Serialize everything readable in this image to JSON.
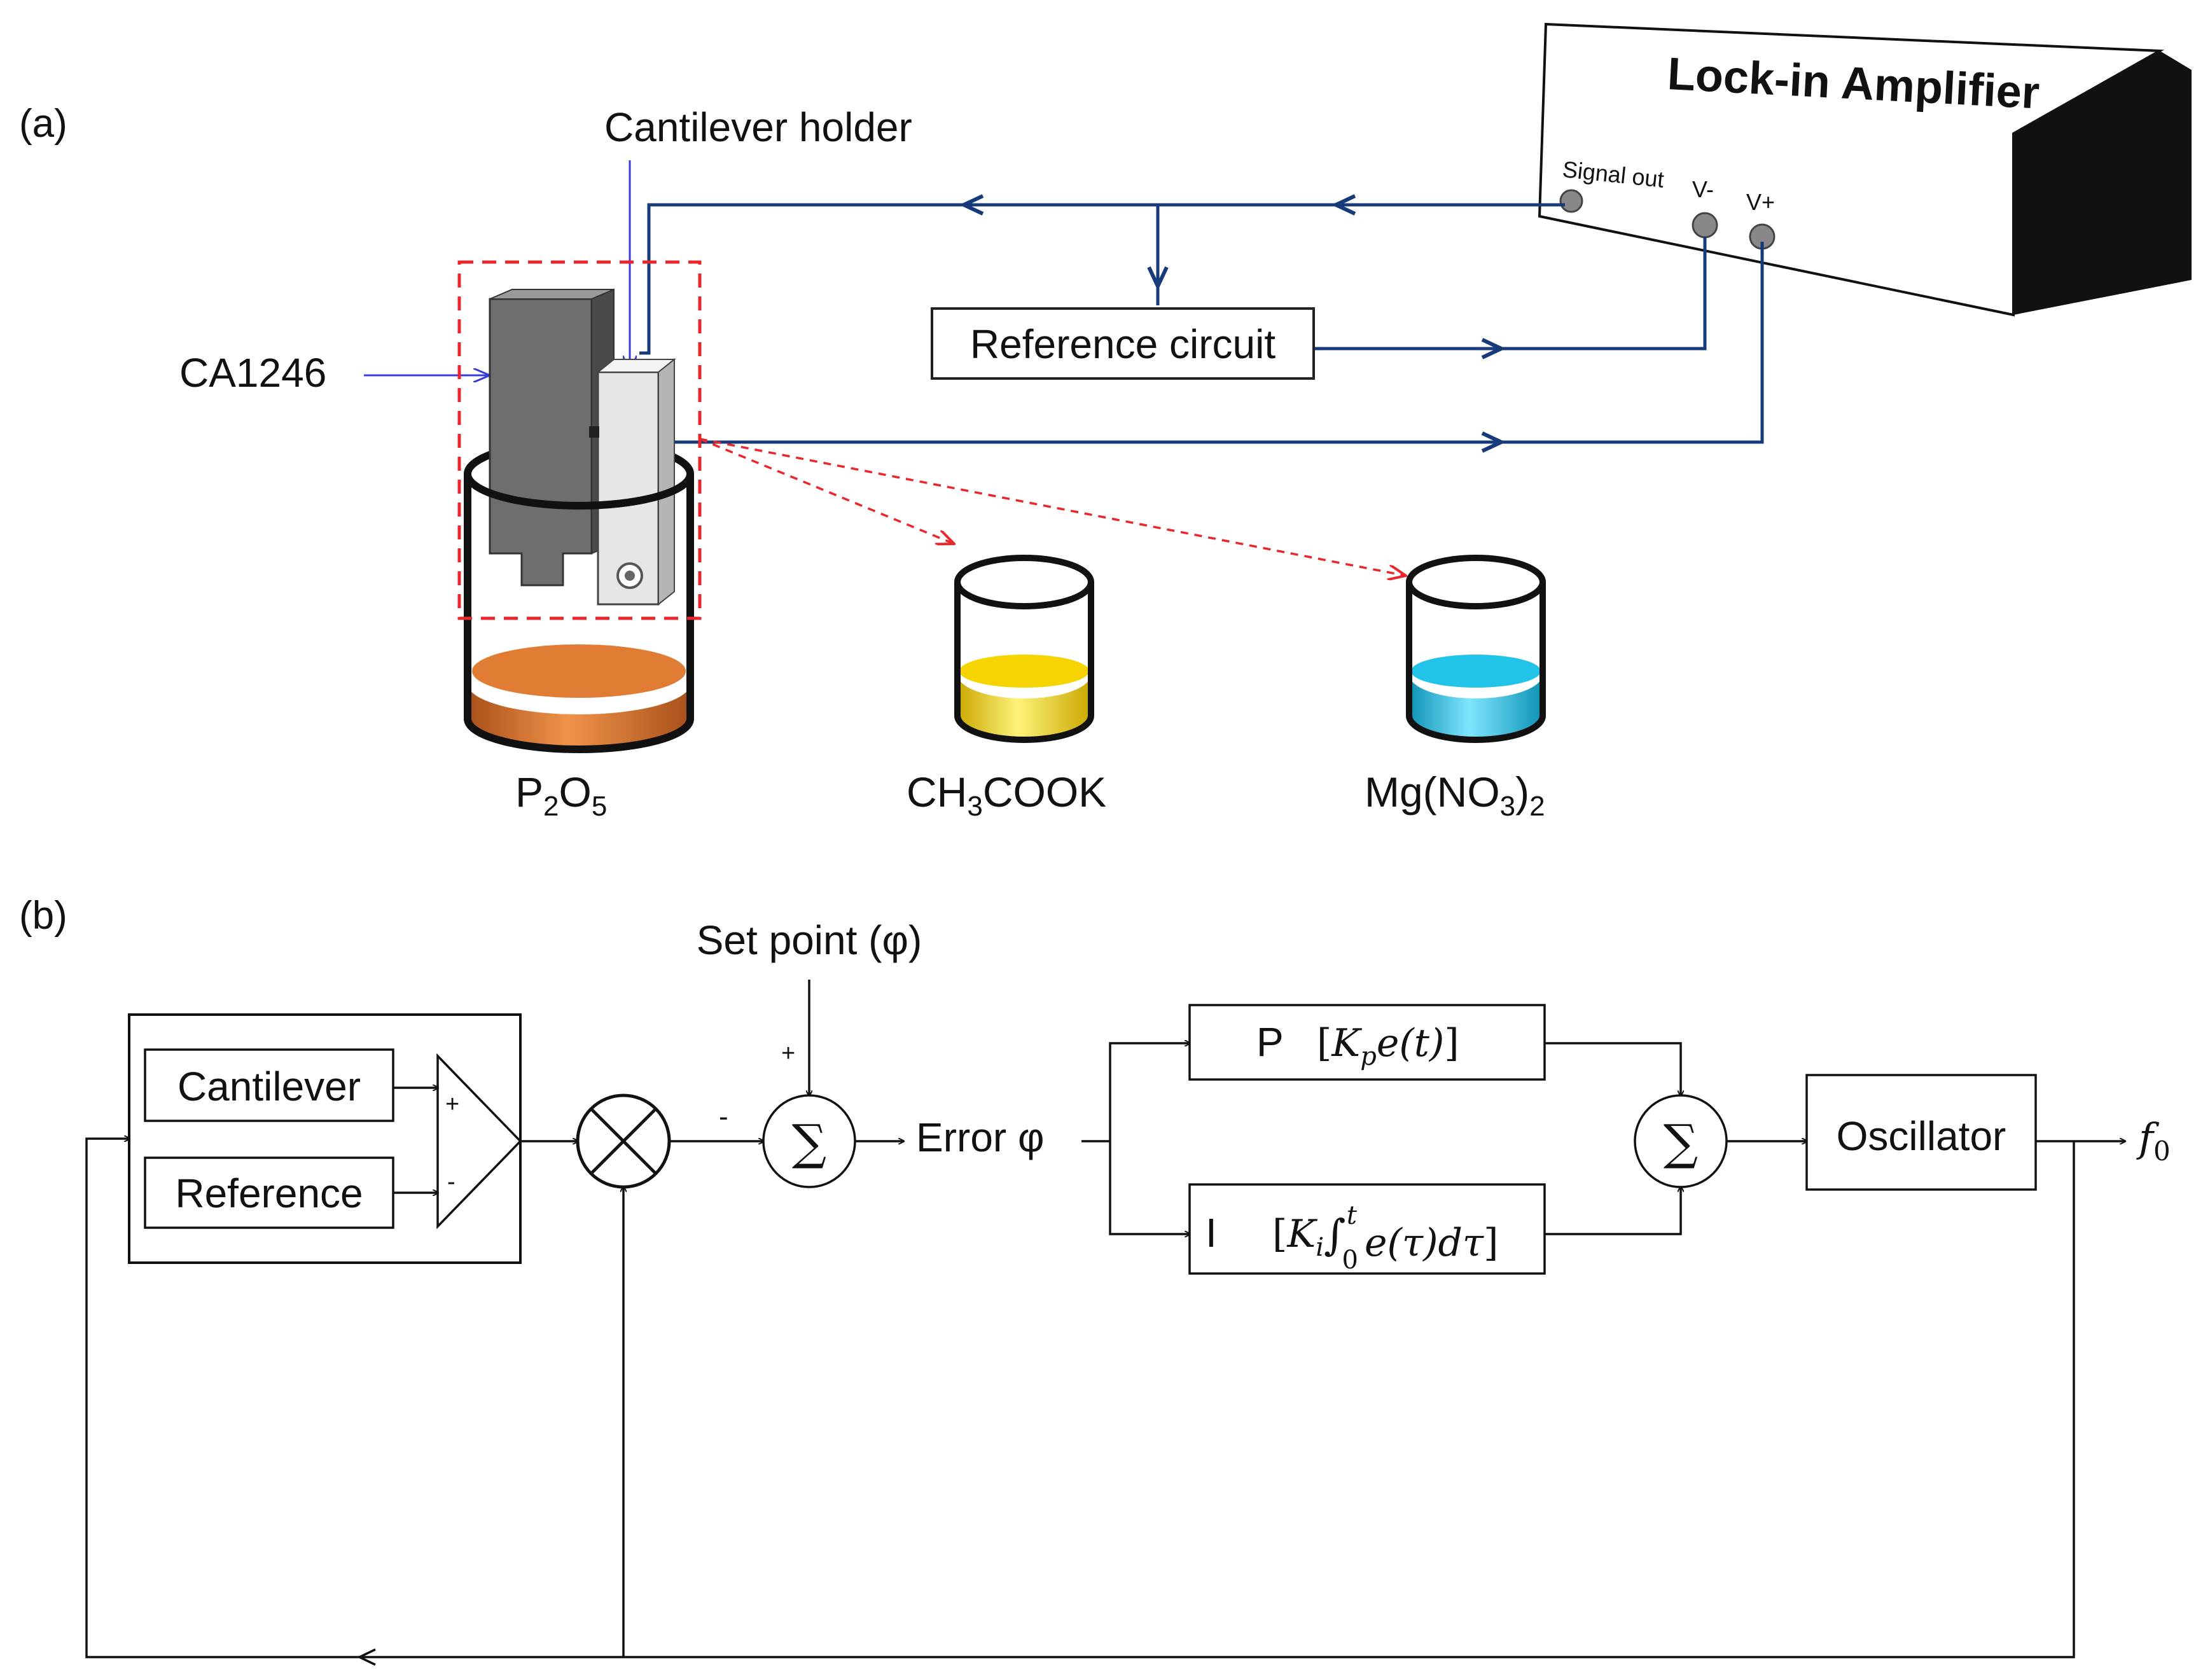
{
  "panel_a": {
    "tag": "(a)",
    "amplifier": {
      "title": "Lock-in Amplifier",
      "ports": {
        "signal_out": "Signal out",
        "v_minus": "V-",
        "v_plus": "V+"
      }
    },
    "labels": {
      "cantilever_holder": "Cantilever holder",
      "sensor": "CA1246",
      "reference_circuit": "Reference circuit"
    },
    "beakers": [
      {
        "base": "P",
        "sub1": "2",
        "mid": "O",
        "sub2": "5",
        "color": "#e07c34"
      },
      {
        "base": "CH",
        "sub1": "3",
        "mid": "COOK",
        "sub2": "",
        "color": "#f5d400"
      },
      {
        "base": "Mg(NO",
        "sub1": "3",
        "mid": ")",
        "sub2": "2",
        "color": "#22c3e8"
      }
    ],
    "colors": {
      "wire": "#173a7a",
      "dashed": "#e8262b",
      "pointer": "#3a3ad8"
    }
  },
  "panel_b": {
    "tag": "(b)",
    "blocks": {
      "cantilever": "Cantilever",
      "reference": "Reference",
      "plus": "+",
      "minus": "-",
      "oscillator": "Oscillator"
    },
    "set_point": "Set point (φ)",
    "sum_plus": "+",
    "sum_minus": "-",
    "sigma": "∑",
    "error": "Error φ",
    "p_block": {
      "letter": "P",
      "k": "K",
      "ksub": "p",
      "expr": "e(t)"
    },
    "i_block": {
      "letter": "I",
      "k": "K",
      "ksub": "i",
      "integral": "∫",
      "lower": "0",
      "upper": "t",
      "expr": "e(τ)dτ"
    },
    "output": {
      "f": "f",
      "sub": "0"
    }
  }
}
